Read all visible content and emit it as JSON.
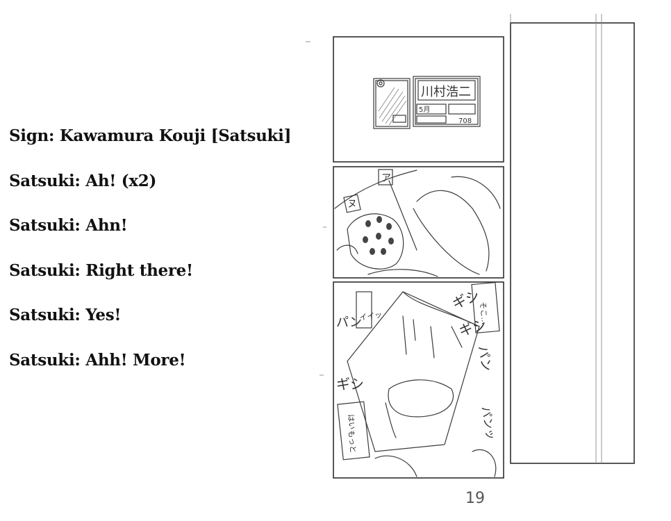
{
  "translation_lines": [
    "Sign: Kawamura Kouji [Satsuki]",
    "Satsuki: Ah! (x2)",
    "Satsuki: Ahn!",
    "Satsuki: Right there!",
    "Satsuki: Yes!",
    "Satsuki: Ahh! More!"
  ],
  "manga": {
    "nameplate_name": "川村浩二",
    "nameplate_month": "5月",
    "nameplate_room": "708",
    "page_number": "19",
    "sfx": [
      "ア",
      "ヌ",
      "イイッ",
      "パン",
      "ギシ",
      "ギシ",
      "ギシ",
      "パン",
      "パンッ",
      "そこ…",
      "はい",
      "もっと"
    ]
  }
}
